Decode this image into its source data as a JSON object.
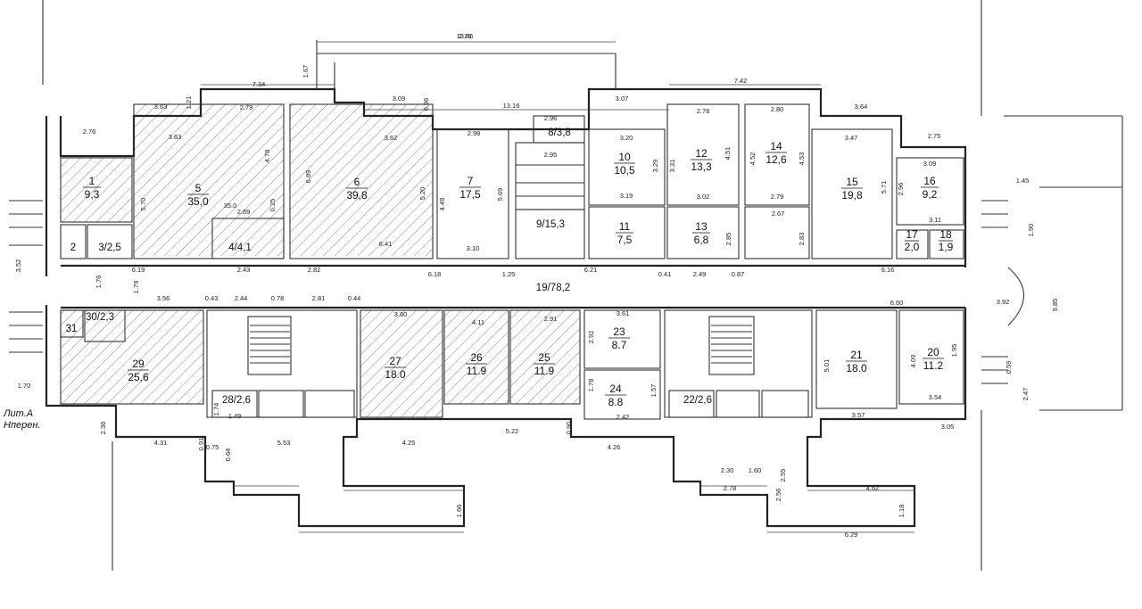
{
  "notes": [
    "Лит.А",
    "Нперен."
  ],
  "corridor": {
    "num": "19",
    "area": "78,2"
  },
  "rooms_combo": [
    {
      "id": "3",
      "text": "3/2,5"
    },
    {
      "id": "4",
      "text": "4/4,1"
    },
    {
      "id": "8",
      "text": "8/3,8"
    },
    {
      "id": "9",
      "text": "9/15,3"
    },
    {
      "id": "30",
      "text": "30/2,3"
    },
    {
      "id": "28",
      "text": "28/2,6"
    },
    {
      "id": "22",
      "text": "22/2,6"
    }
  ],
  "rooms": [
    {
      "num": "1",
      "area": "9,3"
    },
    {
      "num": "5",
      "area": "35,0"
    },
    {
      "num": "6",
      "area": "39,8"
    },
    {
      "num": "7",
      "area": "17,5"
    },
    {
      "num": "10",
      "area": "10,5"
    },
    {
      "num": "11",
      "area": "7,5"
    },
    {
      "num": "12",
      "area": "13,3"
    },
    {
      "num": "13",
      "area": "6,8"
    },
    {
      "num": "14",
      "area": "12,6"
    },
    {
      "num": "15",
      "area": "19,8"
    },
    {
      "num": "16",
      "area": "9,2"
    },
    {
      "num": "17",
      "area": "2,0"
    },
    {
      "num": "18",
      "area": "1,9"
    },
    {
      "num": "29",
      "area": "25,6"
    },
    {
      "num": "27",
      "area": "18.0"
    },
    {
      "num": "26",
      "area": "11.9"
    },
    {
      "num": "25",
      "area": "11.9"
    },
    {
      "num": "23",
      "area": "8.7"
    },
    {
      "num": "24",
      "area": "8.8"
    },
    {
      "num": "21",
      "area": "18.0"
    },
    {
      "num": "20",
      "area": "11.2"
    }
  ],
  "small_labels": [
    "2",
    "31"
  ],
  "dims": [
    "13.66",
    "13.16",
    "7.34",
    "7.42",
    "1.67",
    "3.63",
    "1.21",
    "2.79",
    "2.76",
    "3.09",
    "0.96",
    "3.07",
    "3.64",
    "2.75",
    "3.63",
    "5.70",
    "35.0",
    "4.78",
    "2.69",
    "0.25",
    "6.89",
    "3.62",
    "5.20",
    "6.41",
    "2.98",
    "5.69",
    "4.49",
    "3.10",
    "2.96",
    "2.95",
    "3.20",
    "3.19",
    "3.29",
    "3.31",
    "2.78",
    "4.51",
    "3.02",
    "2.80",
    "4.52",
    "4.53",
    "2.79",
    "3.47",
    "5.71",
    "3.09",
    "2.96",
    "3.11",
    "2.67",
    "2.85",
    "2.83",
    "6.19",
    "6.18",
    "1.25",
    "6.21",
    "0.41",
    "2.49",
    "0.87",
    "6.16",
    "3.56",
    "0.43",
    "2.44",
    "0.78",
    "2.81",
    "0.44",
    "6.60",
    "4.31",
    "5.53",
    "4.25",
    "5.22",
    "4.26",
    "3.05",
    "6.29",
    "4.62",
    "2.78",
    "2.30",
    "1.60",
    "2.55",
    "2.56",
    "1.18",
    "1.66",
    "1.70",
    "3.92",
    "9.85",
    "1.90",
    "1.45",
    "3.52",
    "1.76",
    "1.79",
    "2.43",
    "2.82",
    "3.60",
    "3.61",
    "3.57",
    "5.01",
    "4.09",
    "4.11",
    "2.91",
    "2.92",
    "2.42",
    "3.54",
    "2.36",
    "0.90",
    "0.91",
    "0.75",
    "0.64",
    "1.74",
    "1.49",
    "1.78",
    "1.57",
    "2.47",
    "0.59",
    "1.95",
    "2.76"
  ]
}
